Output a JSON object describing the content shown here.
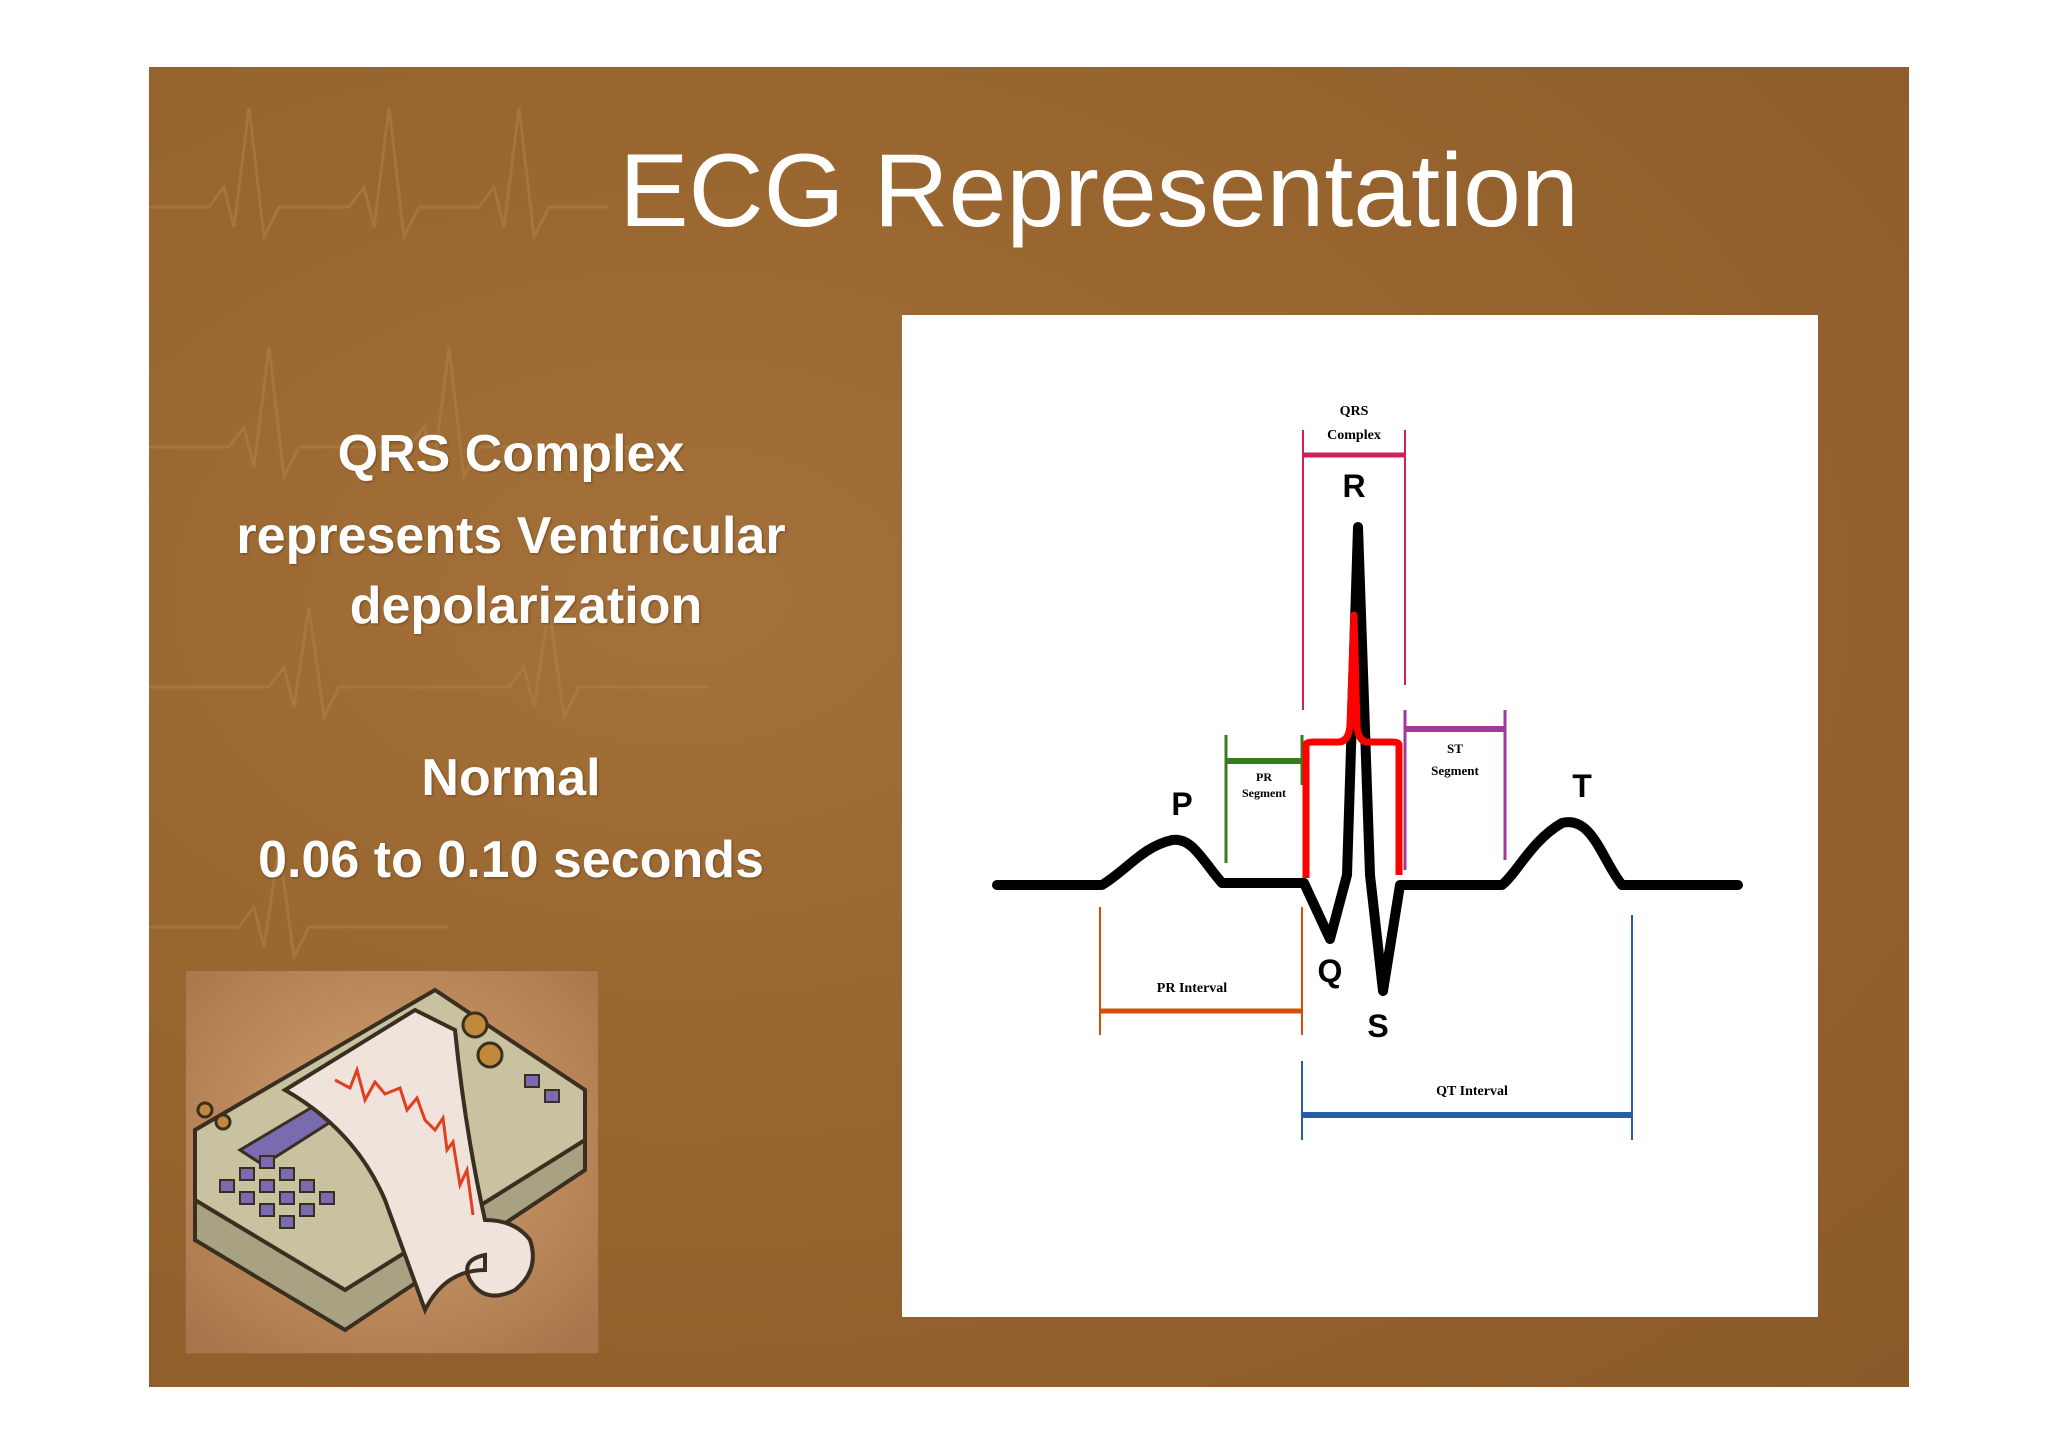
{
  "title": "ECG Representation",
  "left_text": {
    "heading": "QRS Complex",
    "line1": "represents Ventricular",
    "line2": "depolarization",
    "normal_label": "Normal",
    "normal_value": "0.06 to 0.10 seconds"
  },
  "diagram": {
    "labels": {
      "P": "P",
      "Q": "Q",
      "R": "R",
      "S": "S",
      "T": "T",
      "qrs_complex_line1": "QRS",
      "qrs_complex_line2": "Complex",
      "pr_segment_line1": "PR",
      "pr_segment_line2": "Segment",
      "st_segment_line1": "ST",
      "st_segment_line2": "Segment",
      "pr_interval": "PR Interval",
      "qt_interval": "QT Interval"
    },
    "colors": {
      "trace": "#000000",
      "qrs_bracket": "#cc2255",
      "qrs_highlight": "#ff0000",
      "pr_segment": "#3a7a1e",
      "st_segment": "#a03a9a",
      "pr_interval": "#d2500a",
      "qt_interval": "#2a5aaa"
    }
  },
  "clipart": {
    "icon": "ecg-machine-icon",
    "colors": {
      "machine_body": "#c8c2a0",
      "paper": "#efe3dc",
      "trace": "#e04020",
      "screen": "#7a6ab0"
    }
  },
  "background": {
    "slide_color": "#9a6530",
    "page_color": "#ffffff"
  }
}
